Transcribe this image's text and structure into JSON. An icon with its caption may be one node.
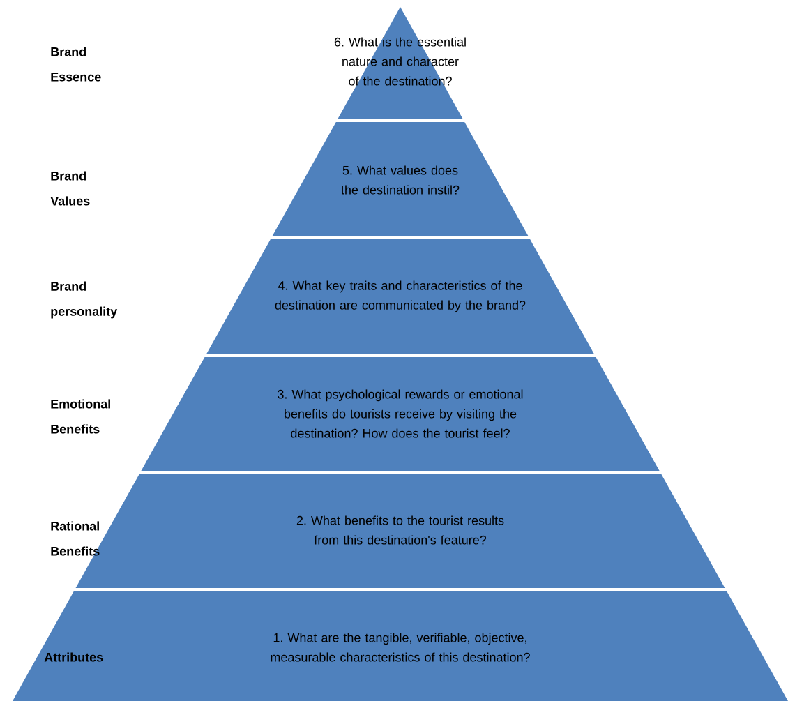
{
  "diagram": {
    "nodes": [
      {
        "text": [
          "6. What is the essential nature and character of the destination?"
        ]
      },
      {
        "text": [
          "5. What values does the destination instil?"
        ]
      },
      {
        "text": [
          "4. What key traits and characteristics of the destination are communicated by the brand?"
        ]
      },
      {
        "text": [
          "3. What psychological rewards or emotional benefits do tourists receive by visiting the destination? How does the tourist feel?"
        ]
      },
      {
        "text": [
          "2. What benefits to the tourist results from this destination's feature?"
        ]
      },
      {
        "text": [
          "1. What are the tangible, verifiable, objective, measurable characteristics of this destination?"
        ]
      }
    ],
    "labels": [
      "Brand Essence",
      "Brand Values",
      "Brand personality",
      "Emotional Benefits",
      "Rational Benefits",
      "Attributes"
    ]
  }
}
